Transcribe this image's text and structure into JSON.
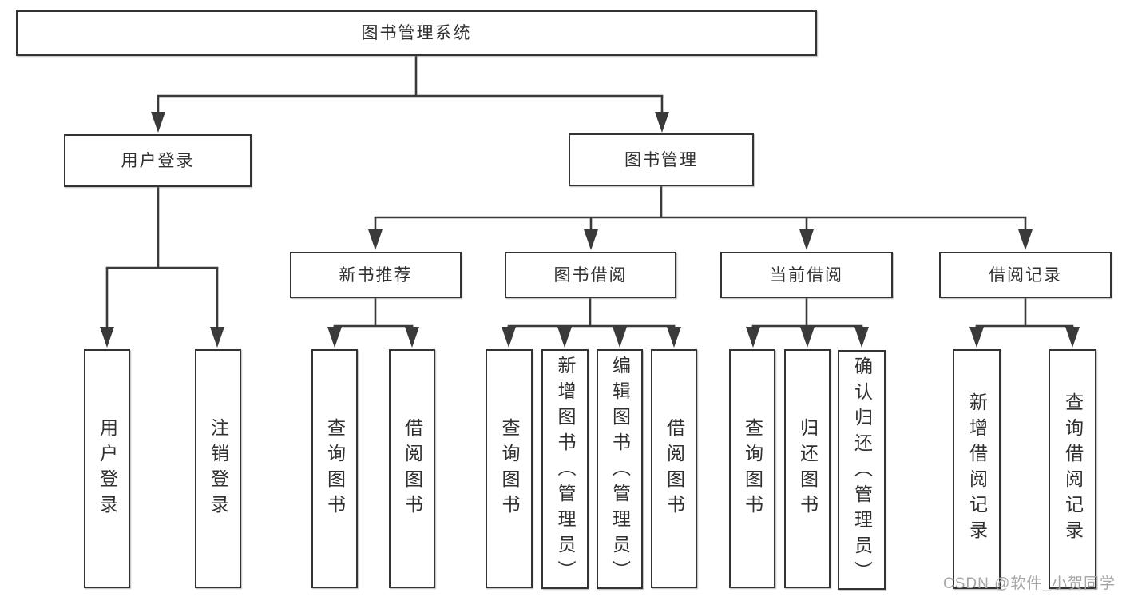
{
  "nodes": [
    {
      "id": "library-system",
      "label": "图书管理系统"
    },
    {
      "id": "user-login",
      "label": "用户登录"
    },
    {
      "id": "book-management",
      "label": "图书管理"
    },
    {
      "id": "new-book-recommend",
      "label": "新书推荐"
    },
    {
      "id": "book-borrowing",
      "label": "图书借阅"
    },
    {
      "id": "current-borrowing",
      "label": "当前借阅"
    },
    {
      "id": "borrowing-records",
      "label": "借阅记录"
    },
    {
      "id": "leaf-user-login",
      "label": "用户登录"
    },
    {
      "id": "leaf-logout",
      "label": "注销登录"
    },
    {
      "id": "leaf-query-books-recommend",
      "label": "查询图书"
    },
    {
      "id": "leaf-borrow-books-recommend",
      "label": "借阅图书"
    },
    {
      "id": "leaf-query-books-borrowing",
      "label": "查询图书"
    },
    {
      "id": "leaf-add-books-admin",
      "label": "新增图书（管理员）"
    },
    {
      "id": "leaf-edit-books-admin",
      "label": "编辑图书（管理员）"
    },
    {
      "id": "leaf-borrow-books-borrowing",
      "label": "借阅图书"
    },
    {
      "id": "leaf-query-books-current",
      "label": "查询图书"
    },
    {
      "id": "leaf-return-books",
      "label": "归还图书"
    },
    {
      "id": "leaf-confirm-return-admin",
      "label": "确认归还（管理员）"
    },
    {
      "id": "leaf-add-borrow-record",
      "label": "新增借阅记录"
    },
    {
      "id": "leaf-query-borrow-record",
      "label": "查询借阅记录"
    }
  ],
  "watermark": {
    "text": "CSDN @软件_小贺同学"
  },
  "colors": {
    "line": "#3a3a3a",
    "box_border": "#333333",
    "box_background": "#ffffff",
    "text": "#303030",
    "page_background": "#ffffff",
    "watermark": "#a6a6a8"
  }
}
